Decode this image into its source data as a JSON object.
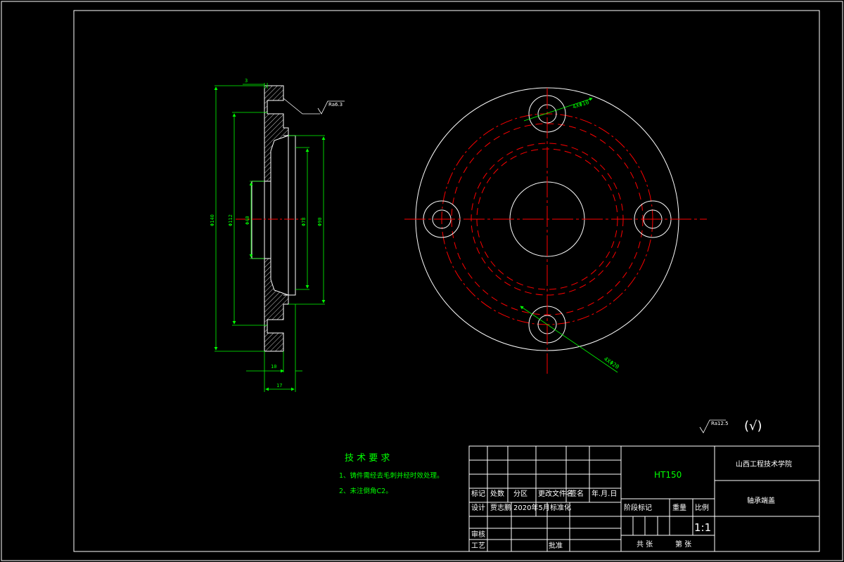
{
  "section_view": {
    "dims": {
      "d140": "Φ140",
      "d112": "Φ112",
      "d40": "Φ40",
      "d78": "Φ78",
      "d90": "Φ90",
      "w3": "3",
      "w10": "10",
      "w17": "17",
      "roughness": "Ra6.3"
    }
  },
  "front_view": {
    "holes_small": "4XΦ10",
    "holes_large": "4XΦ20"
  },
  "surface_finish": {
    "symbol_label": "Ra12.5",
    "general": "(√)"
  },
  "tech_requirements": {
    "title": "技 术 要 求",
    "items": [
      "1、铸件需经去毛刺并经时效处理。",
      "2、未注倒角C2。"
    ]
  },
  "title_block": {
    "material": "HT150",
    "school": "山西工程技术学院",
    "part_name": "轴承端盖",
    "scale": "1:1",
    "headers_row": [
      "标记",
      "处数",
      "分区",
      "更改文件名",
      "签名",
      "年.月.日"
    ],
    "design_row": [
      "设计",
      "贾志鹏",
      "2020年5月",
      "标准化"
    ],
    "stage_row": [
      "阶段标记",
      "重量",
      "比例"
    ],
    "review": "审核",
    "process": "工艺",
    "approve": "批准",
    "sheets": [
      "共  张",
      "第  张"
    ]
  },
  "colors": {
    "outline": "#ffffff",
    "dimension": "#00ff00",
    "centerline": "#ff0000"
  }
}
